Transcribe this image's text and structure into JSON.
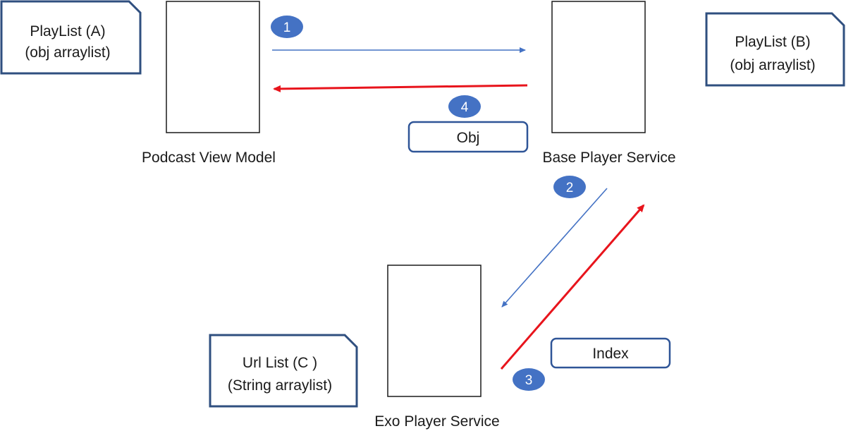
{
  "colors": {
    "box_border": "#2f4f7f",
    "badge_fill": "#4472c4",
    "arrow_blue": "#4472c4",
    "arrow_red": "#e8141c",
    "component_border": "#1a1a1a"
  },
  "notes": [
    {
      "line1": "PlayList (A)",
      "line2": "(obj arraylist)"
    },
    {
      "line1": "PlayList (B)",
      "line2": "(obj arraylist)"
    },
    {
      "line1": "Url List (C )",
      "line2": "(String arraylist)"
    }
  ],
  "components": [
    {
      "label": "Podcast View Model"
    },
    {
      "label": "Base Player Service"
    },
    {
      "label": "Exo Player Service"
    }
  ],
  "payloads": [
    {
      "label": "Obj"
    },
    {
      "label": "Index"
    }
  ],
  "steps": [
    "1",
    "2",
    "3",
    "4"
  ]
}
